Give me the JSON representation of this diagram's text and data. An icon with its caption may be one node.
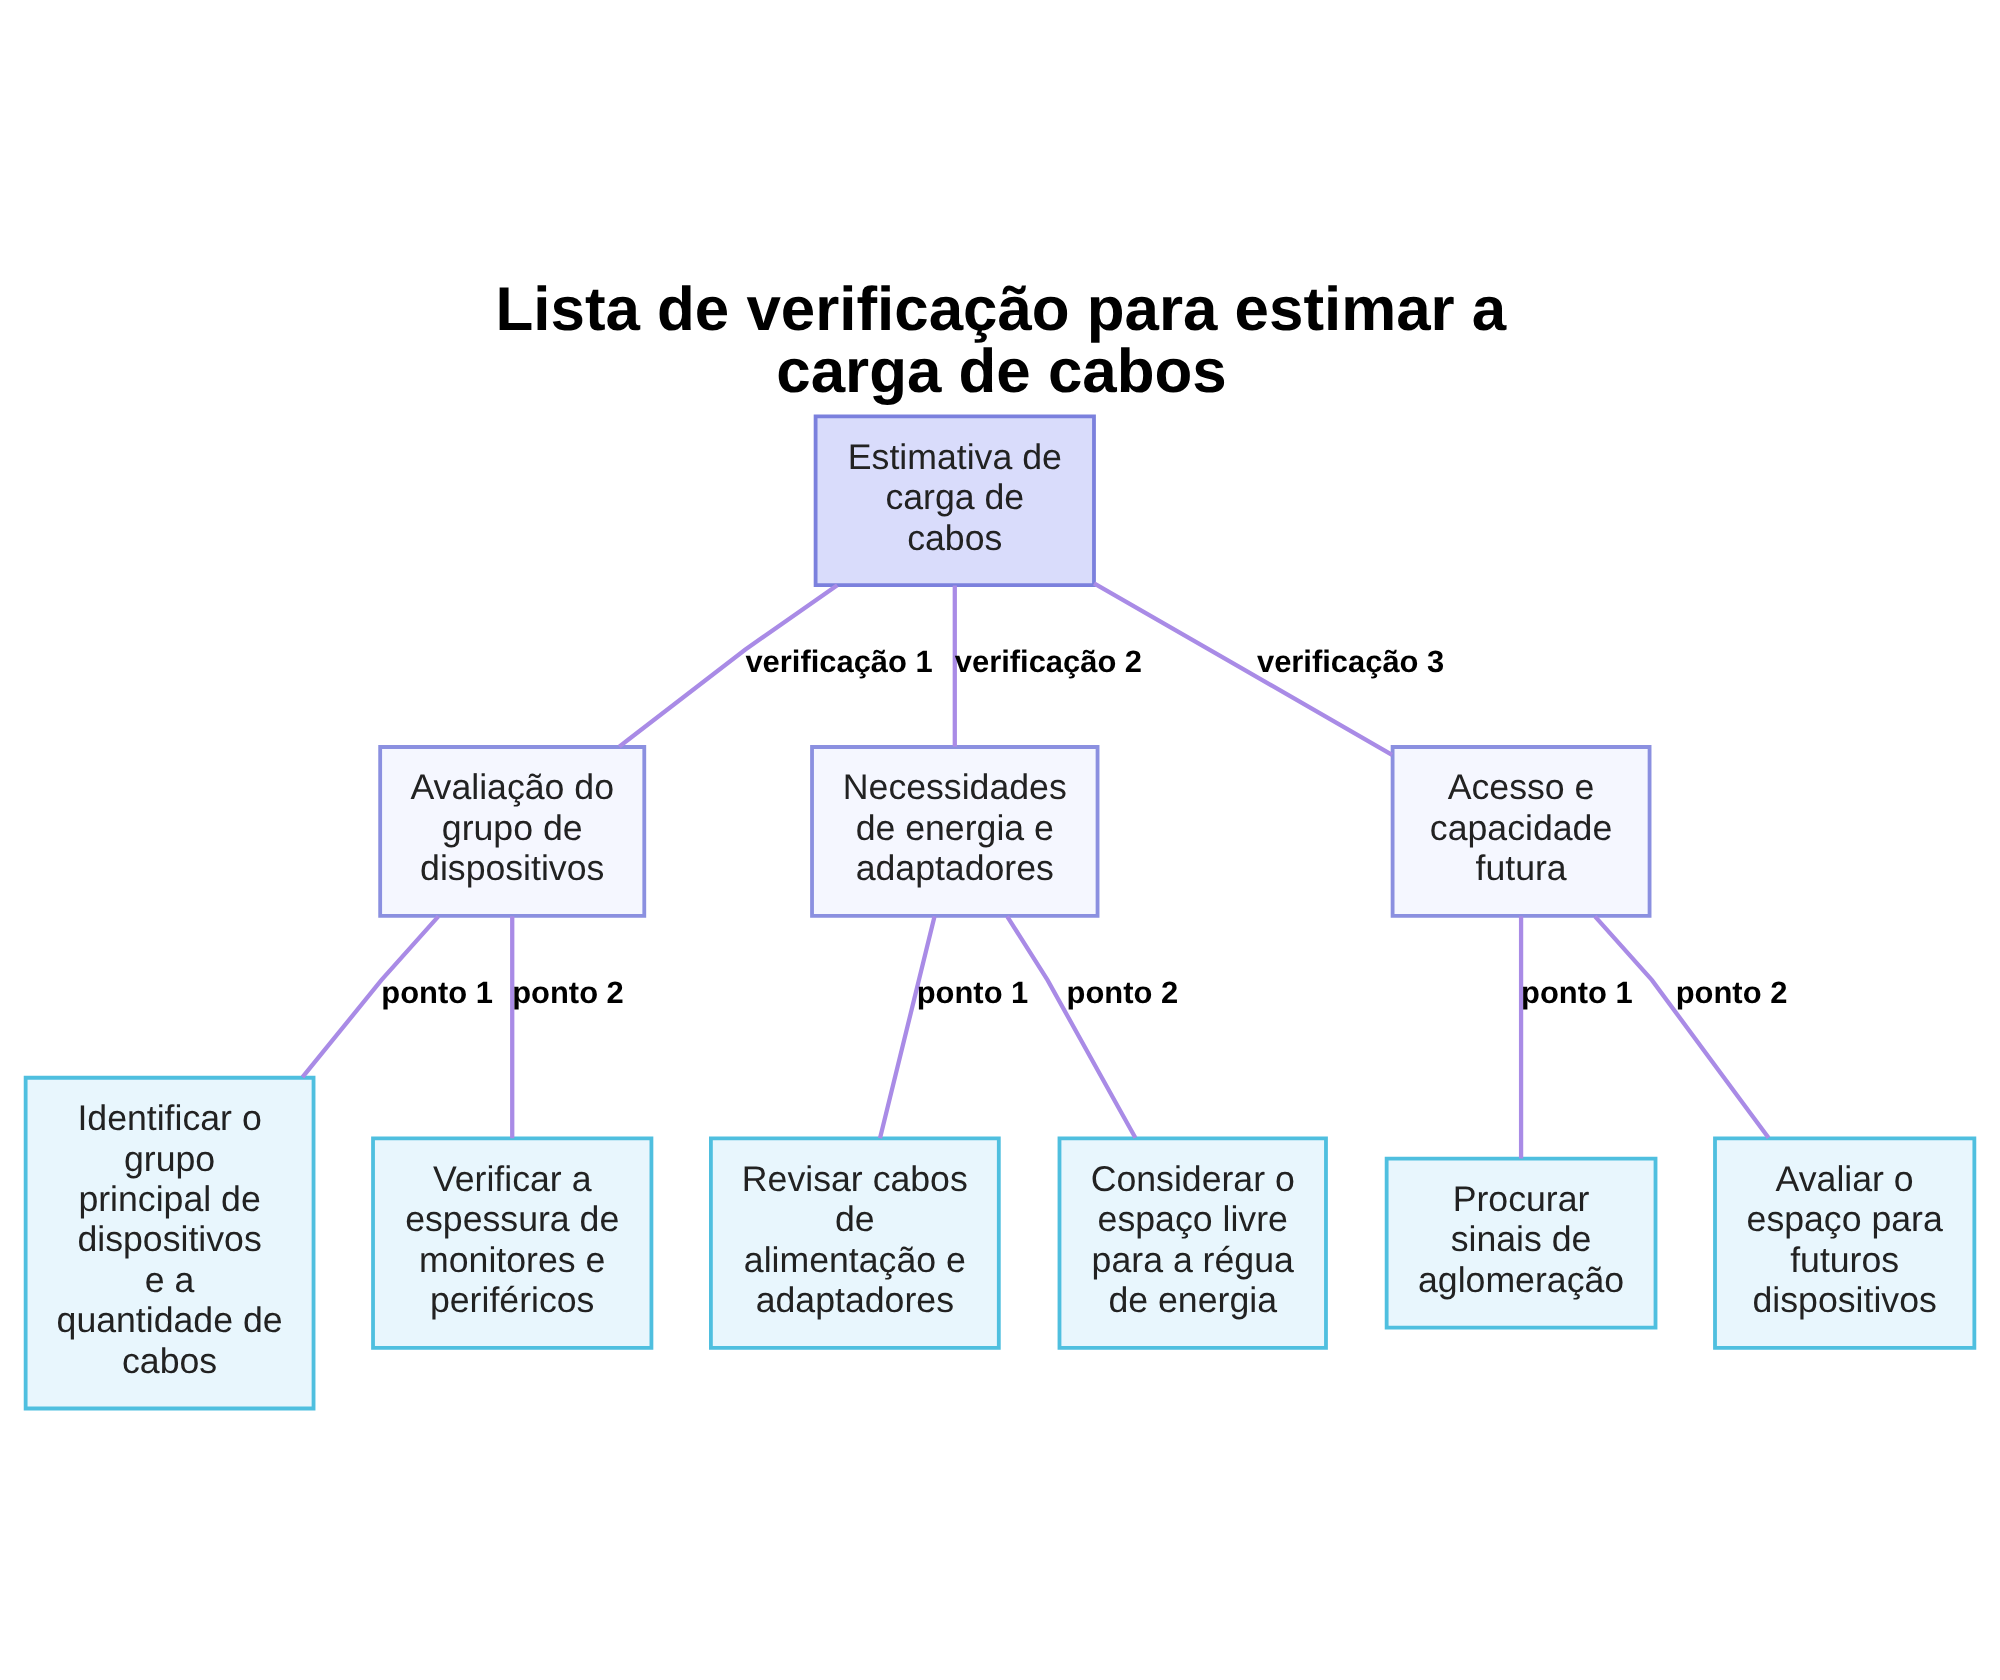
{
  "diagram": {
    "title": "Lista de verificação para estimar a carga de cabos",
    "nodes": [
      {
        "text": [
          "Estimativa de carga de cabos"
        ]
      },
      {
        "text": [
          "Avaliação do grupo de dispositivos"
        ]
      },
      {
        "text": [
          "Necessidades de energia e adaptadores"
        ]
      },
      {
        "text": [
          "Acesso e capacidade futura"
        ]
      },
      {
        "text": [
          "Identificar o grupo principal de dispositivos e a quantidade de cabos"
        ]
      },
      {
        "text": [
          "Verificar a espessura de monitores e periféricos"
        ]
      },
      {
        "text": [
          "Revisar cabos de alimentação e adaptadores"
        ]
      },
      {
        "text": [
          "Considerar o espaço livre para a régua de energia"
        ]
      },
      {
        "text": [
          "Procurar sinais de aglomeração"
        ]
      },
      {
        "text": [
          "Avaliar o espaço para futuros dispositivos"
        ]
      }
    ],
    "edges": [
      {
        "from": 0,
        "to": 1,
        "arrow": "none",
        "label": "verificação 1"
      },
      {
        "from": 0,
        "to": 2,
        "arrow": "none",
        "label": "verificação 2"
      },
      {
        "from": 0,
        "to": 3,
        "arrow": "none",
        "label": "verificação 3"
      },
      {
        "from": 1,
        "to": 4,
        "arrow": "none",
        "label": "ponto 1"
      },
      {
        "from": 1,
        "to": 5,
        "arrow": "none",
        "label": "ponto 2"
      },
      {
        "from": 2,
        "to": 6,
        "arrow": "none",
        "label": "ponto 1"
      },
      {
        "from": 2,
        "to": 7,
        "arrow": "none",
        "label": "ponto 2"
      },
      {
        "from": 3,
        "to": 8,
        "arrow": "none",
        "label": "ponto 1"
      },
      {
        "from": 3,
        "to": 9,
        "arrow": "none",
        "label": "ponto 2"
      }
    ]
  }
}
